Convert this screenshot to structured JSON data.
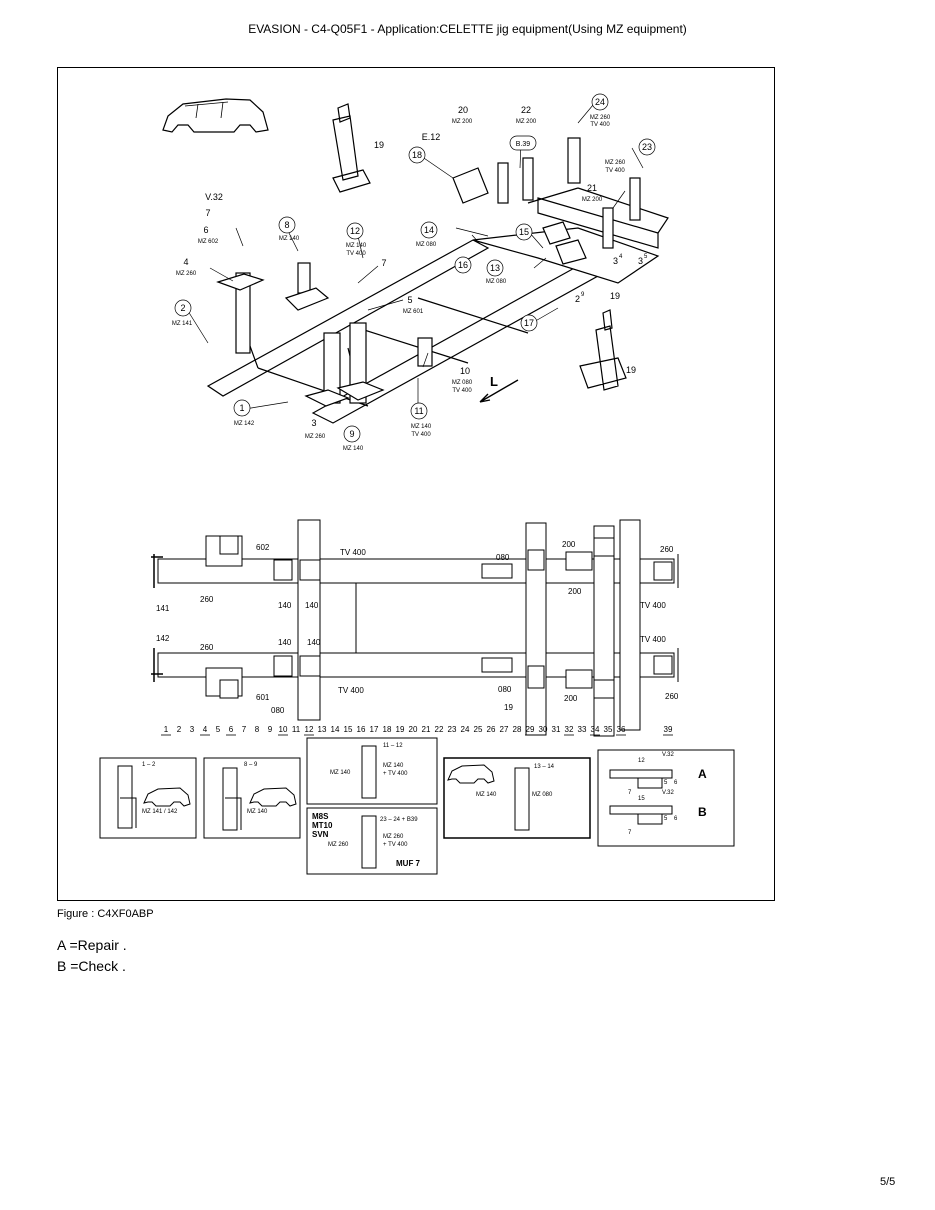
{
  "header": {
    "title": "EVASION - C4-Q05F1 - Application:CELETTE jig equipment(Using MZ equipment)"
  },
  "figure": {
    "caption": "Figure : C4XF0ABP",
    "iso": {
      "items": [
        "1",
        "2",
        "3",
        "4",
        "5",
        "6",
        "7",
        "8",
        "9",
        "10",
        "11",
        "12",
        "13",
        "14",
        "15",
        "16",
        "17",
        "18",
        "19",
        "20",
        "21",
        "22",
        "23",
        "24"
      ],
      "codes": {
        "mz142": "MZ 142",
        "mz141": "MZ 141",
        "mz260": "MZ 260",
        "mz602": "MZ 602",
        "mz140": "MZ 140",
        "tv400": "TV 400",
        "mz601": "MZ 601",
        "mz080": "MZ 080",
        "mz200": "MZ 200",
        "v32": "V.32",
        "e12": "E.12",
        "b39": "B.39",
        "lmark": "L"
      },
      "frac": {
        "a": "3",
        "a_sub": "4",
        "b": "3",
        "b_sub": "5",
        "c": "2",
        "c_sub": "9"
      }
    },
    "plan": {
      "tags": {
        "602": "602",
        "260": "260",
        "140": "140",
        "141": "141",
        "142": "142",
        "601": "601",
        "080": "080",
        "200": "200",
        "19": "19",
        "tv400": "TV 400"
      },
      "ruler": [
        "1",
        "2",
        "3",
        "4",
        "5",
        "6",
        "7",
        "8",
        "9",
        "10",
        "11",
        "12",
        "13",
        "14",
        "15",
        "16",
        "17",
        "18",
        "19",
        "20",
        "21",
        "22",
        "23",
        "24",
        "25",
        "26",
        "27",
        "28",
        "29",
        "30",
        "31",
        "32",
        "33",
        "34",
        "35",
        "36",
        "39"
      ]
    },
    "insets": {
      "box1": {
        "title": "1 – 2",
        "code": "MZ 141 / 142"
      },
      "box2": {
        "title": "8 – 9",
        "code": "MZ 140"
      },
      "box3": {
        "title": "11 – 12",
        "left": "MZ 140",
        "right1": "MZ 140",
        "right2": "+ TV 400"
      },
      "box4": {
        "l1": "M8S",
        "l2": "MT10",
        "l3": "SVN",
        "title": "23 – 24 + B39",
        "left": "MZ 260",
        "right1": "MZ 260",
        "right2": "+ TV 400",
        "foot": "MUF 7"
      },
      "box5": {
        "title": "13 – 14",
        "left": "MZ 140",
        "right": "MZ 080"
      },
      "box6": {
        "a": "A",
        "b": "B",
        "v32": "V.32",
        "n12": "12",
        "n15": "15",
        "n7": "7",
        "n5": "5",
        "n6": "6"
      }
    }
  },
  "legend": {
    "a": "A =Repair .",
    "b": "B =Check ."
  },
  "footer": {
    "page": "5/5"
  }
}
